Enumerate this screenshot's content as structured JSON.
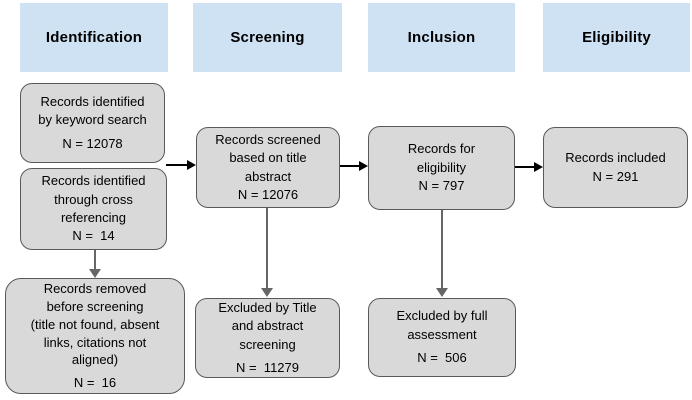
{
  "colors": {
    "background": "#ffffff",
    "header_fill": "#cfe2f3",
    "box_fill": "#d9d9d9",
    "box_border": "#58595b",
    "h_arrow": "#000000",
    "v_arrow": "#666666",
    "text": "#000000"
  },
  "headers": [
    {
      "label": "Identification"
    },
    {
      "label": "Screening"
    },
    {
      "label": "Inclusion"
    },
    {
      "label": "Eligibility"
    }
  ],
  "boxes": {
    "keyword": {
      "body": "Records identified\nby keyword search",
      "n": "N = 12078"
    },
    "crossref": {
      "body": "Records identified\nthrough cross\nreferencing",
      "n": "N =  14"
    },
    "removed": {
      "body": "Records removed\nbefore screening\n(title not found, absent\nlinks, citations not\naligned)",
      "n": "N =  16"
    },
    "screened": {
      "body": "Records screened\nbased on title\nabstract",
      "n": "N = 12076"
    },
    "excluded_title": {
      "body": "Excluded by Title\nand abstract\nscreening",
      "n": "N =  11279"
    },
    "eligibility": {
      "body": "Records for\neligibility",
      "n": "N = 797"
    },
    "excluded_full": {
      "body": "Excluded by full\nassessment",
      "n": "N =  506"
    },
    "included": {
      "body": "Records included",
      "n": "N = 291"
    }
  }
}
